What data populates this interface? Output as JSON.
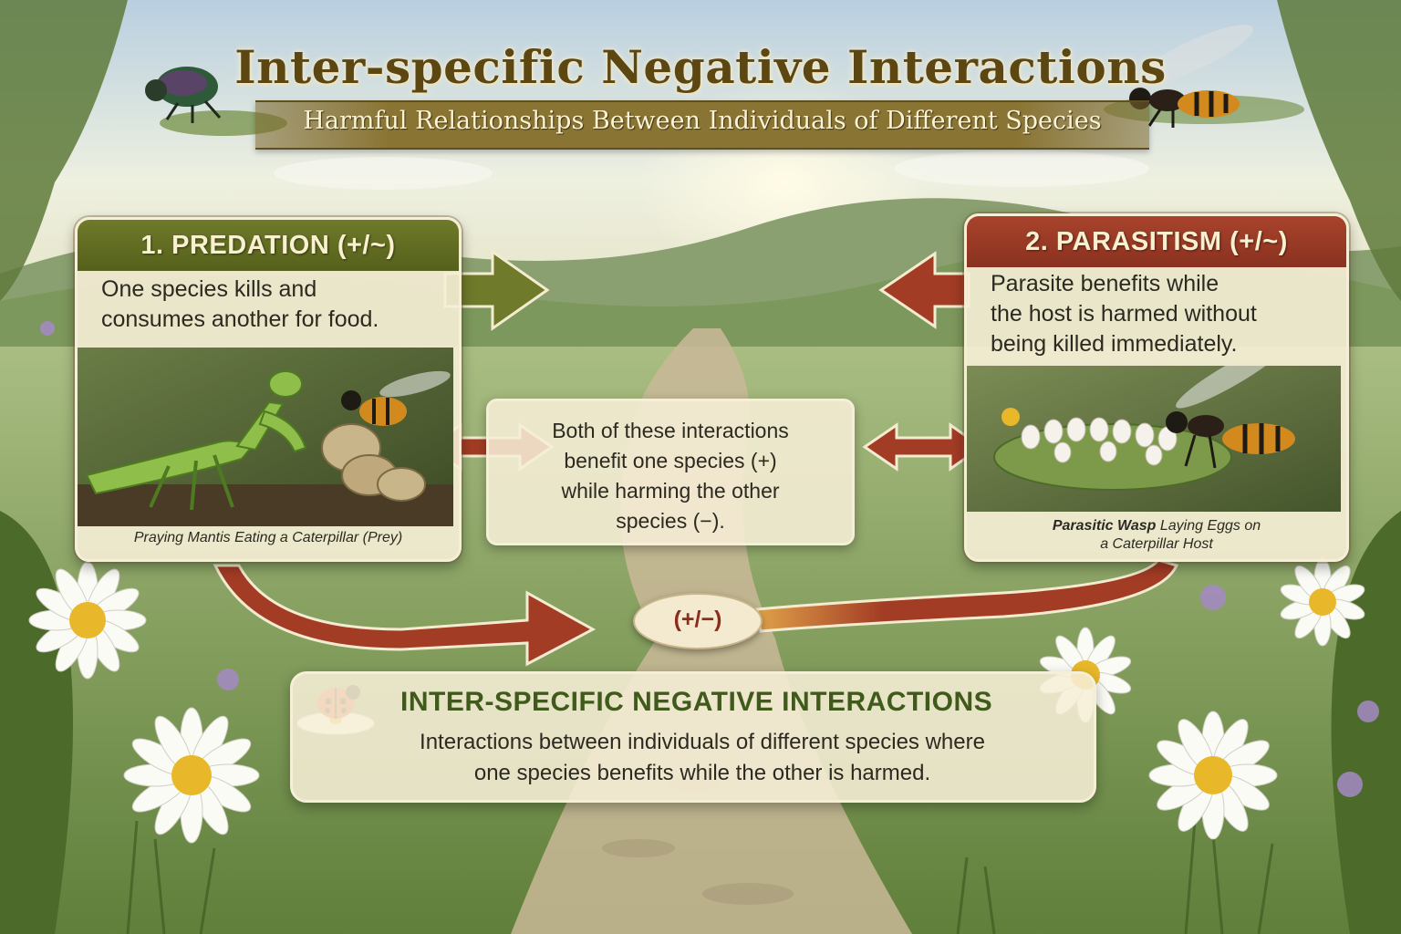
{
  "header": {
    "title": "Inter-specific Negative Interactions",
    "subtitle": "Harmful Relationships Between Individuals of Different Species"
  },
  "predation": {
    "heading": "1. PREDATION (+/~)",
    "description_lines": [
      "One species kills and",
      "consumes another for food."
    ],
    "caption": "Praying Mantis Eating a Caterpillar (Prey)",
    "header_color": "#5e6a1c"
  },
  "parasitism": {
    "heading": "2. PARASITISM (+/~)",
    "description_lines": [
      "Parasite benefits while",
      "the host is harmed without",
      "being killed immediately."
    ],
    "caption_bold": "Parasitic Wasp",
    "caption_rest_1": "Laying Eggs on",
    "caption_rest_2": "a Caterpillar Host",
    "header_color": "#9a3a26"
  },
  "center": {
    "lines": [
      "Both of these interactions",
      "benefit one species (+)",
      "while harming the other",
      "species (−)."
    ]
  },
  "badge": {
    "label": "(+/−)"
  },
  "summary": {
    "title": "INTER-SPECIFIC NEGATIVE INTERACTIONS",
    "lines": [
      "Interactions between individuals of different species where",
      "one species benefits while the other is harmed."
    ]
  },
  "colors": {
    "olive": "#6f7a2a",
    "rust": "#a33c25",
    "cream": "#f6eed6"
  },
  "icons": [
    "beetle-icon",
    "wasp-icon",
    "ladybug-icon",
    "daisy-icon"
  ]
}
